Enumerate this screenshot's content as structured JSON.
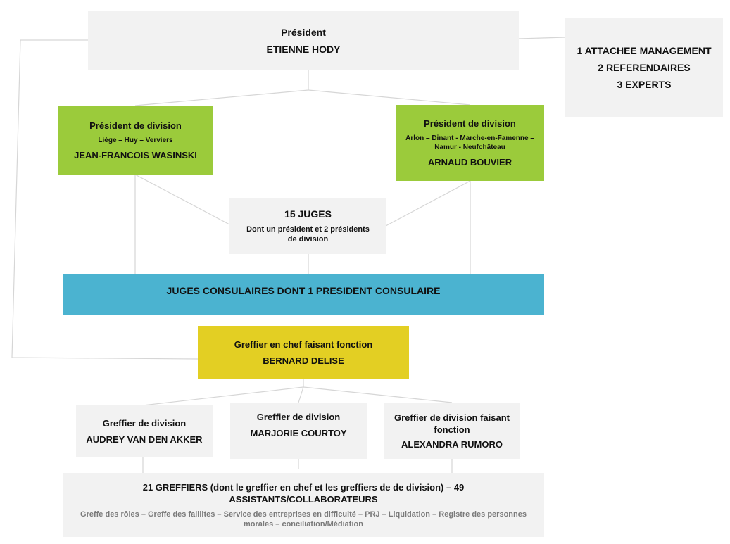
{
  "president": {
    "role": "Président",
    "name": "ETIENNE HODY"
  },
  "staff": {
    "line1": "1 ATTACHEE MANAGEMENT",
    "line2": "2 REFERENDAIRES",
    "line3": "3 EXPERTS"
  },
  "division_left": {
    "role": "Président de division",
    "region": "Liège – Huy – Verviers",
    "name": "JEAN-FRANCOIS WASINSKI"
  },
  "division_right": {
    "role": "Président de division",
    "region": "Arlon – Dinant - Marche-en-Famenne – Namur - Neufchâteau",
    "name": "ARNAUD BOUVIER"
  },
  "judges": {
    "title": "15 JUGES",
    "note": "Dont un président et 2 présidents de division"
  },
  "consular": {
    "label": "JUGES CONSULAIRES DONT 1 PRESIDENT CONSULAIRE"
  },
  "chief_clerk": {
    "role": "Greffier en chef faisant fonction",
    "name": "BERNARD DELISE"
  },
  "clerk1": {
    "role": "Greffier de division",
    "name": "AUDREY VAN DEN AKKER"
  },
  "clerk2": {
    "role": "Greffier de division",
    "name": "MARJORIE COURTOY"
  },
  "clerk3": {
    "role": "Greffier de division faisant fonction",
    "name": "ALEXANDRA RUMORO"
  },
  "registry": {
    "headline": "21 GREFFIERS (dont le greffier en chef et les greffiers de de division) – 49 ASSISTANTS/COLLABORATEURS",
    "services": "Greffe des rôles – Greffe des faillites – Service des entreprises en difficulté – PRJ – Liquidation – Registre des personnes morales – conciliation/Médiation"
  },
  "colors": {
    "box_grey": "#f2f2f2",
    "division_green": "#9bcb3b",
    "consular_blue": "#4bb3d0",
    "clerk_yellow": "#e3cf23",
    "connector": "#d6d6d6"
  }
}
